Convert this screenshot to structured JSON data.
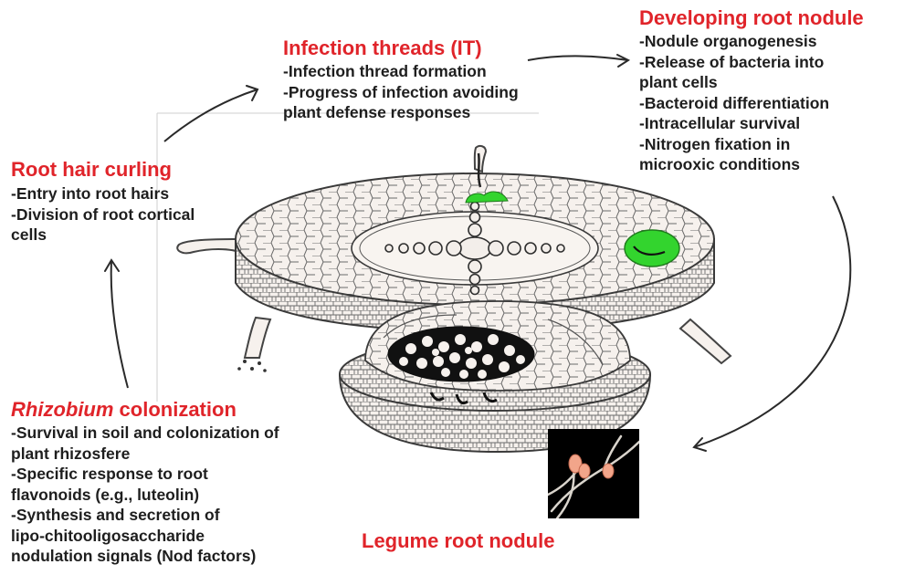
{
  "colors": {
    "heading": "#e0242a",
    "body": "#1e1e1e",
    "nodule_green": "#33d42e",
    "tissue_fill": "#f6f1ed",
    "cell_line": "#5a5a5a"
  },
  "sections": {
    "rhizobium": {
      "title_italic": "Rhizobium",
      "title_rest": " colonization",
      "lines": [
        "-Survival in soil and colonization of",
        "plant rhizosfere",
        "-Specific response to root",
        "flavonoids (e.g., luteolin)",
        "-Synthesis and secretion of",
        "lipo-chitooligosaccharide",
        "nodulation signals (Nod factors)"
      ]
    },
    "root_hair": {
      "title": "Root hair curling",
      "lines": [
        "-Entry into root hairs",
        "-Division of root cortical",
        "cells"
      ]
    },
    "infection": {
      "title": "Infection threads (IT)",
      "lines": [
        "-Infection thread formation",
        "-Progress of infection avoiding",
        "plant defense responses"
      ]
    },
    "developing": {
      "title": "Developing root nodule",
      "lines": [
        "-Nodule organogenesis",
        "-Release of bacteria into",
        "plant cells",
        "-Bacteroid differentiation",
        "-Intracellular survival",
        "-Nitrogen fixation in",
        "microoxic conditions"
      ]
    }
  },
  "legume": {
    "label": "Legume root nodule"
  }
}
